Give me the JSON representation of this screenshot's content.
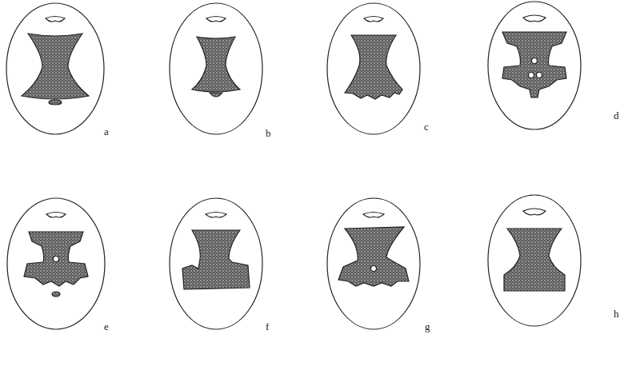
{
  "diagram": {
    "labels": [
      "a",
      "b",
      "c",
      "d",
      "e",
      "f",
      "g",
      "h"
    ]
  }
}
